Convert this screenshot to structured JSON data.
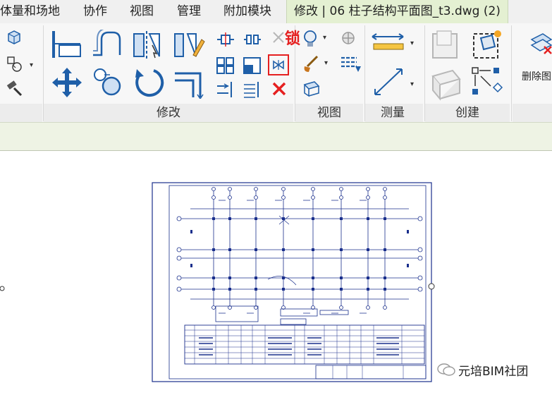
{
  "tabs": [
    {
      "label": "体量和场地"
    },
    {
      "label": "协作"
    },
    {
      "label": "视图"
    },
    {
      "label": "管理"
    },
    {
      "label": "附加模块"
    },
    {
      "label": "修改 | 06 柱子结构平面图_t3.dwg (2)",
      "active": true
    }
  ],
  "panels": {
    "modify_label": "修改",
    "view_label": "视图",
    "measure_label": "测量",
    "create_label": "创建"
  },
  "tools": {
    "lock_label": "锁",
    "delete_part_label": "删除图"
  },
  "watermark": {
    "text": "元培BIM社团"
  },
  "colors": {
    "tab_active_bg": "#e4f0d2",
    "options_bar_bg": "#eef3e4",
    "icon_blue": "#1f5fa8",
    "highlight_red": "#e52020",
    "drawing_blue": "#1a2f8c"
  },
  "icons": [
    "paste-icon",
    "join-geometry-icon",
    "demolish-icon",
    "align-icon",
    "offset-icon",
    "mirror-axis-icon",
    "mirror-draw-icon",
    "split-icon",
    "split-gap-icon",
    "pin-icon",
    "move-icon",
    "copy-icon",
    "rotate-icon",
    "trim-icon",
    "array-icon",
    "scale-icon",
    "unpin-icon",
    "trim-single-icon",
    "trim-multiple-icon",
    "delete-icon",
    "bulb-icon",
    "paint-icon",
    "override-icon",
    "hide-icon",
    "measure-distance-icon",
    "dimension-icon",
    "create-assembly-icon",
    "create-part-icon",
    "create-group-icon",
    "create-similar-icon"
  ]
}
